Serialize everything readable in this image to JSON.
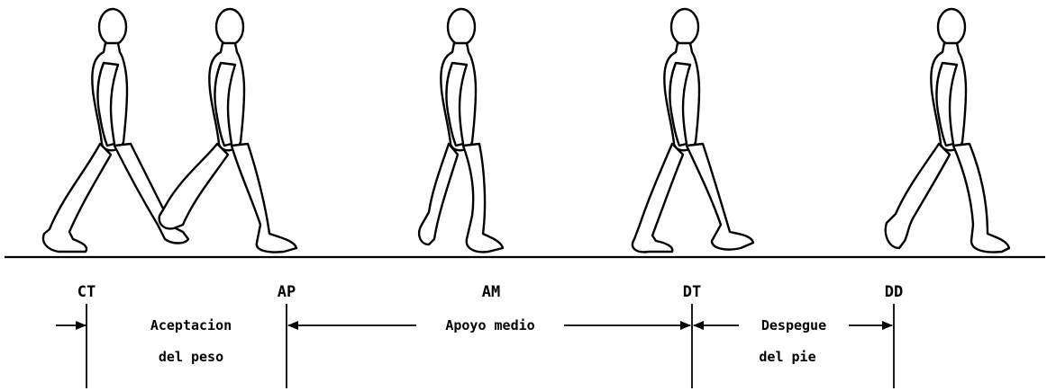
{
  "colors": {
    "ink": "#000000",
    "background": "#ffffff"
  },
  "figures": [
    {
      "name": "walker-heel-strike",
      "icon": "walking-person"
    },
    {
      "name": "walker-weight-acceptance",
      "icon": "walking-person"
    },
    {
      "name": "walker-midstance",
      "icon": "walking-person"
    },
    {
      "name": "walker-heel-off",
      "icon": "walking-person"
    },
    {
      "name": "walker-toe-off",
      "icon": "walking-person"
    }
  ],
  "event_labels": {
    "ct": "CT",
    "ap": "AP",
    "am": "AM",
    "dt": "DT",
    "dd": "DD"
  },
  "phases": {
    "weight_acceptance": {
      "line1": "Aceptacion",
      "line2": "del peso"
    },
    "midstance": {
      "line1": "Apoyo medio"
    },
    "push_off": {
      "line1": "Despegue",
      "line2": "del pie"
    }
  }
}
